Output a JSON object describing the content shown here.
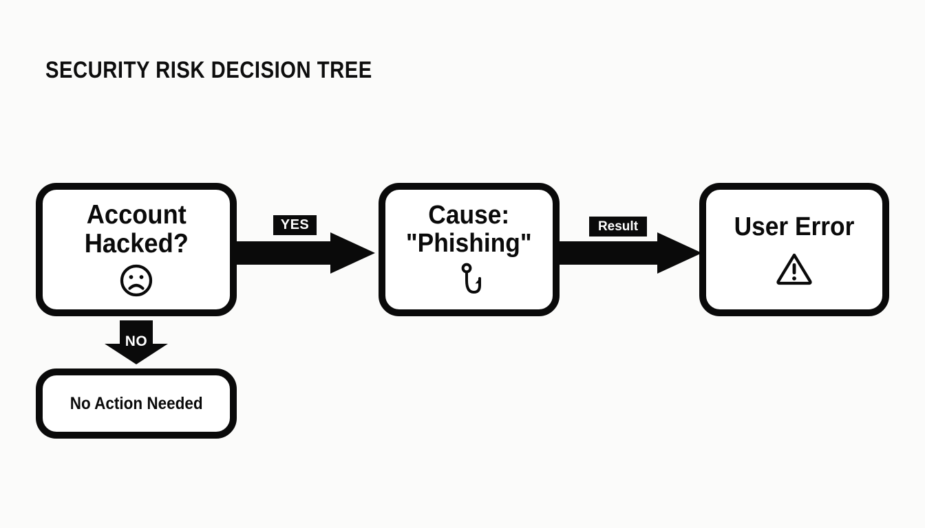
{
  "page": {
    "title": "SECURITY RISK DECISION TREE",
    "background_color": "#fbfbfa",
    "ink_color": "#0a0a0a"
  },
  "diagram": {
    "type": "decision-tree",
    "nodes": [
      {
        "id": "account-hacked",
        "lines": [
          "Account",
          "Hacked?"
        ],
        "icon": "frowning-face-icon"
      },
      {
        "id": "cause-phishing",
        "lines": [
          "Cause:",
          "\"Phishing\""
        ],
        "icon": "fish-hook-icon"
      },
      {
        "id": "user-error",
        "lines": [
          "User Error"
        ],
        "icon": "warning-triangle-icon"
      },
      {
        "id": "no-action-needed",
        "lines": [
          "No Action Needed"
        ],
        "icon": null
      }
    ],
    "edges": [
      {
        "id": "yes-edge",
        "label": "YES",
        "from": "account-hacked",
        "to": "cause-phishing",
        "direction": "right"
      },
      {
        "id": "result-edge",
        "label": "Result",
        "from": "cause-phishing",
        "to": "user-error",
        "direction": "right"
      },
      {
        "id": "no-edge",
        "label": "NO",
        "from": "account-hacked",
        "to": "no-action-needed",
        "direction": "down"
      }
    ]
  }
}
